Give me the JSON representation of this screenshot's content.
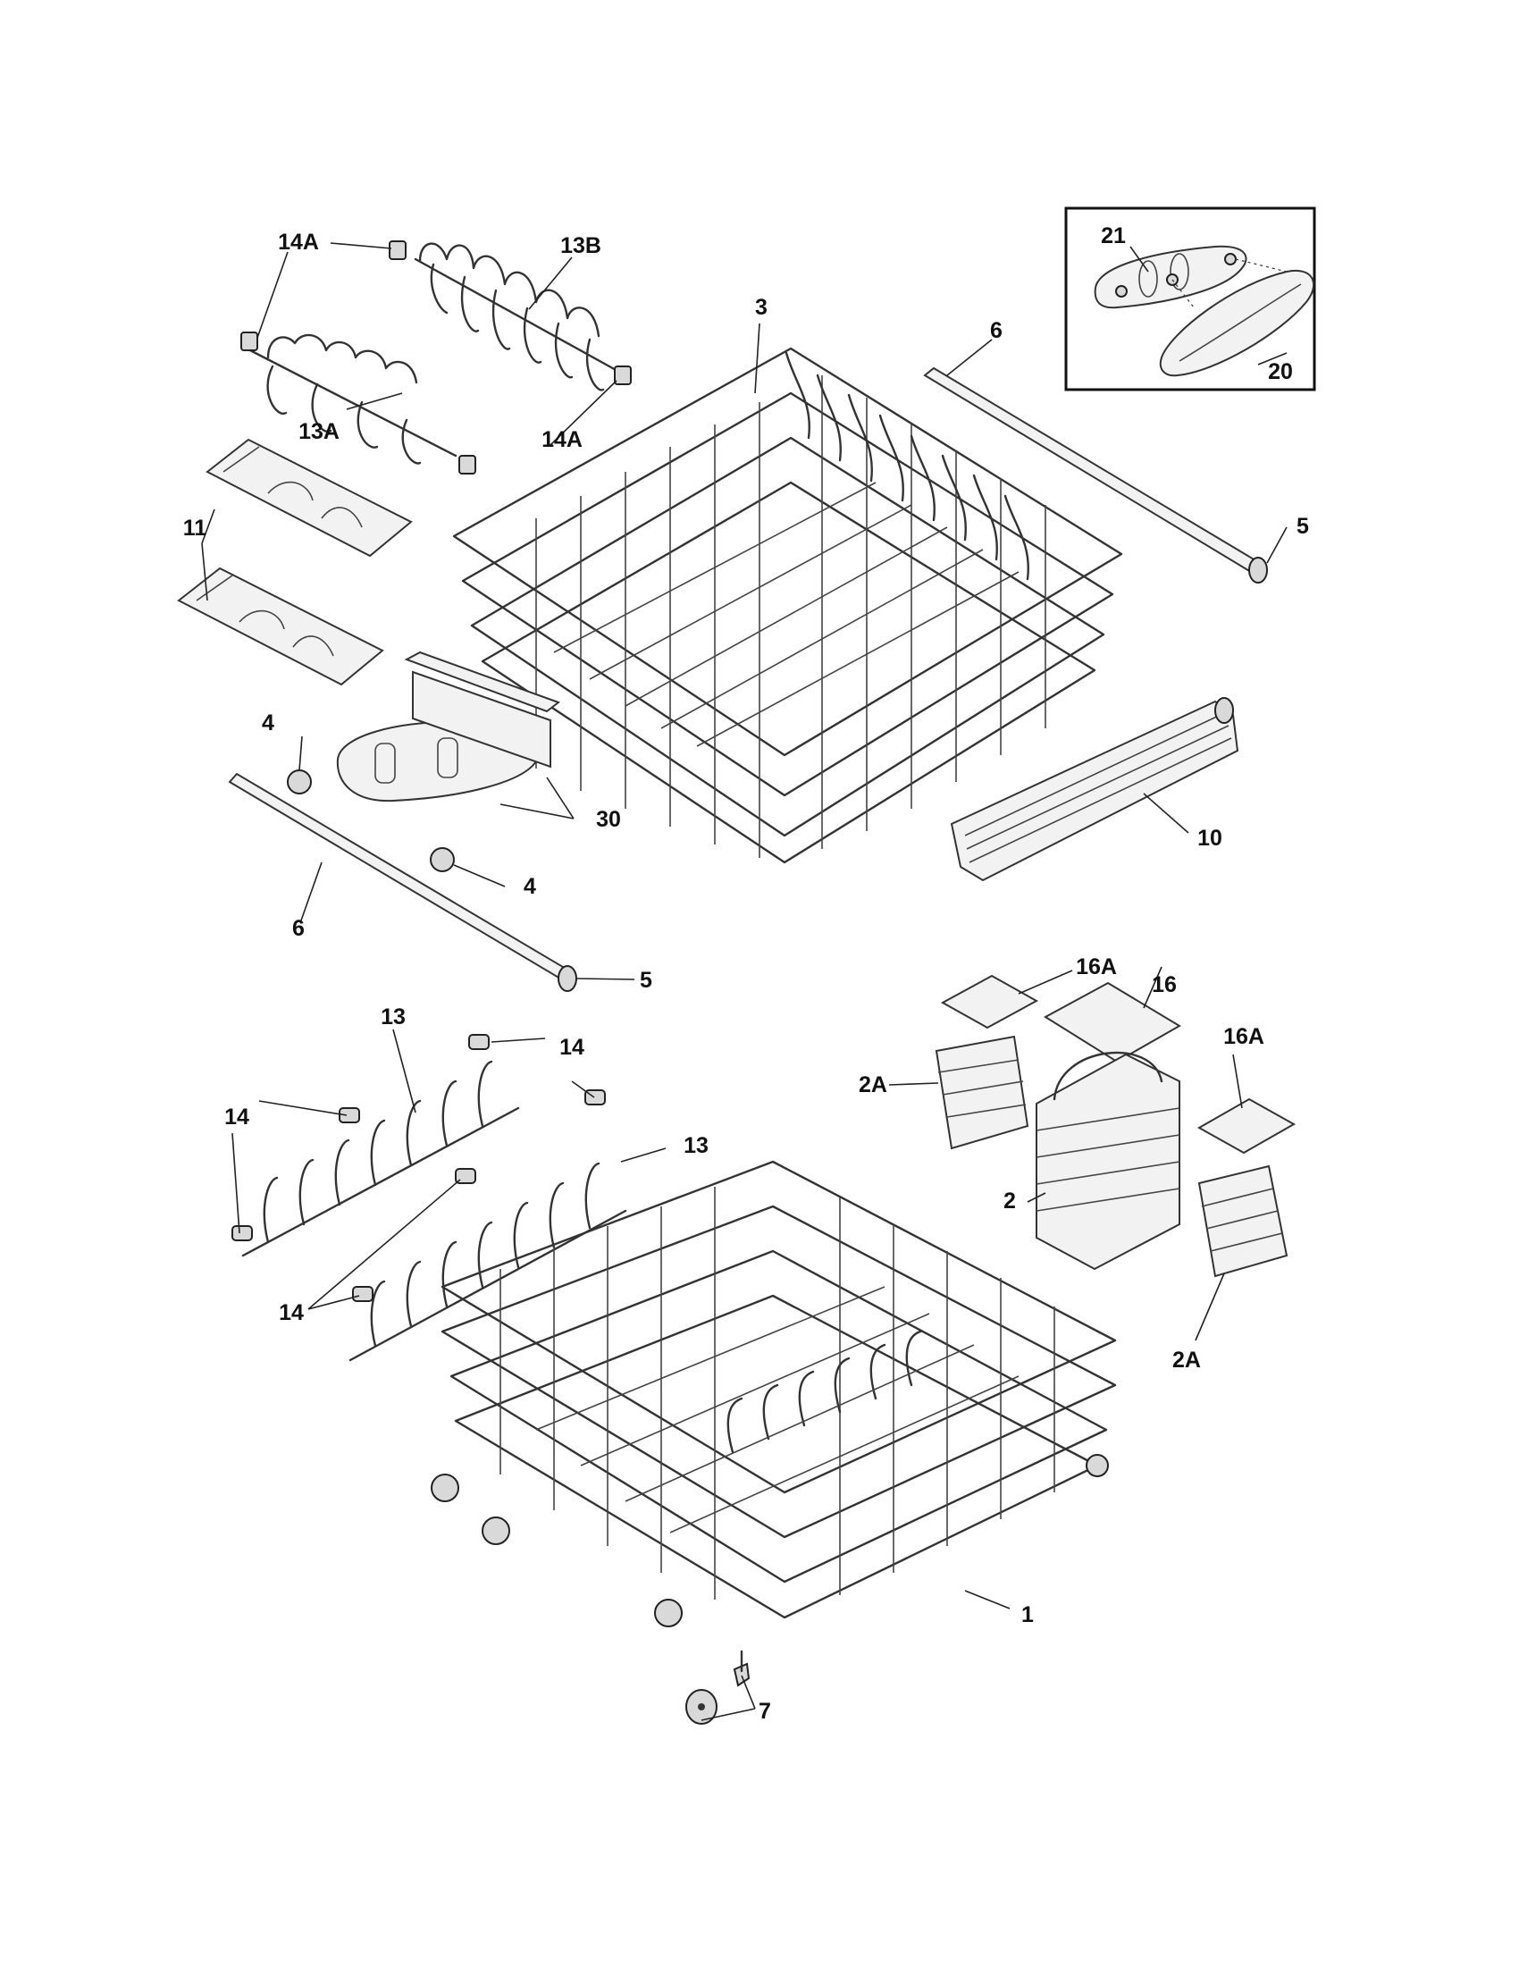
{
  "diagram": {
    "parts": [
      {
        "id": "p14A_a",
        "callout": "14A"
      },
      {
        "id": "p13B",
        "callout": "13B"
      },
      {
        "id": "p3",
        "callout": "3"
      },
      {
        "id": "p6_top",
        "callout": "6"
      },
      {
        "id": "p21",
        "callout": "21"
      },
      {
        "id": "p20",
        "callout": "20"
      },
      {
        "id": "p13A",
        "callout": "13A"
      },
      {
        "id": "p14A_b",
        "callout": "14A"
      },
      {
        "id": "p11",
        "callout": "11"
      },
      {
        "id": "p5_top",
        "callout": "5"
      },
      {
        "id": "p4_a",
        "callout": "4"
      },
      {
        "id": "p30",
        "callout": "30"
      },
      {
        "id": "p10",
        "callout": "10"
      },
      {
        "id": "p4_b",
        "callout": "4"
      },
      {
        "id": "p6_bottom",
        "callout": "6"
      },
      {
        "id": "p5_bottom",
        "callout": "5"
      },
      {
        "id": "p16A_a",
        "callout": "16A"
      },
      {
        "id": "p16",
        "callout": "16"
      },
      {
        "id": "p13_a",
        "callout": "13"
      },
      {
        "id": "p14_a",
        "callout": "14"
      },
      {
        "id": "p16A_b",
        "callout": "16A"
      },
      {
        "id": "p14_b",
        "callout": "14"
      },
      {
        "id": "p2A_a",
        "callout": "2A"
      },
      {
        "id": "p13_b",
        "callout": "13"
      },
      {
        "id": "p2",
        "callout": "2"
      },
      {
        "id": "p14_c",
        "callout": "14"
      },
      {
        "id": "p2A_b",
        "callout": "2A"
      },
      {
        "id": "p1",
        "callout": "1"
      },
      {
        "id": "p7",
        "callout": "7"
      }
    ]
  }
}
